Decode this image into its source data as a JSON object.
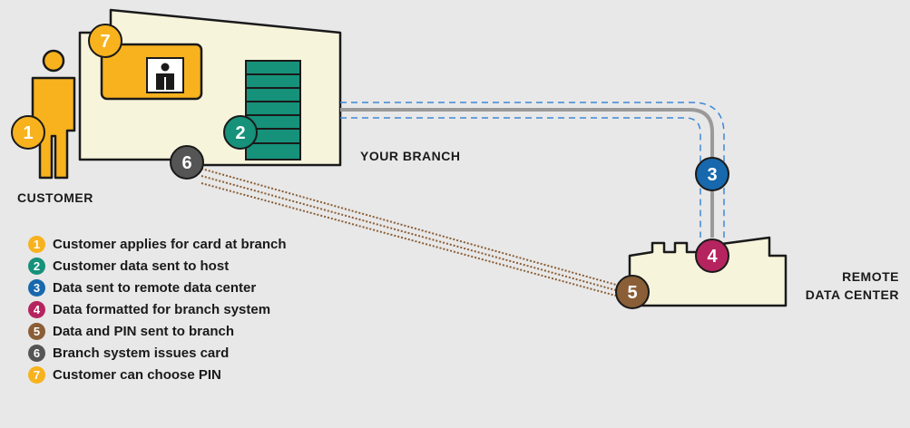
{
  "labels": {
    "customer": "CUSTOMER",
    "your_branch": "YOUR BRANCH",
    "remote_line1": "REMOTE",
    "remote_line2": "DATA CENTER"
  },
  "colors": {
    "background": "#e8e8e8",
    "building_fill": "#f7f4dc",
    "outline": "#1a1a1a",
    "customer_yellow": "#f7b21e",
    "server_green": "#16917a",
    "dashed_link": "#3d87d6",
    "solid_link": "#9a9a9a",
    "dotted_link": "#8a5e36"
  },
  "steps": [
    {
      "num": "1",
      "text": "Customer applies for card at branch",
      "color": "#f7b21e"
    },
    {
      "num": "2",
      "text": "Customer data sent to host",
      "color": "#16917a"
    },
    {
      "num": "3",
      "text": "Data sent to remote data center",
      "color": "#1768ac"
    },
    {
      "num": "4",
      "text": "Data formatted for branch system",
      "color": "#b5245e"
    },
    {
      "num": "5",
      "text": "Data and PIN sent to branch",
      "color": "#8a5e36"
    },
    {
      "num": "6",
      "text": "Branch system issues card",
      "color": "#555555"
    },
    {
      "num": "7",
      "text": "Customer can choose PIN",
      "color": "#f7b21e"
    }
  ],
  "icons": {
    "customer": "person-icon",
    "pin_terminal": "pin-terminal-icon",
    "server": "server-rack-icon",
    "data_center": "factory-building-icon"
  }
}
